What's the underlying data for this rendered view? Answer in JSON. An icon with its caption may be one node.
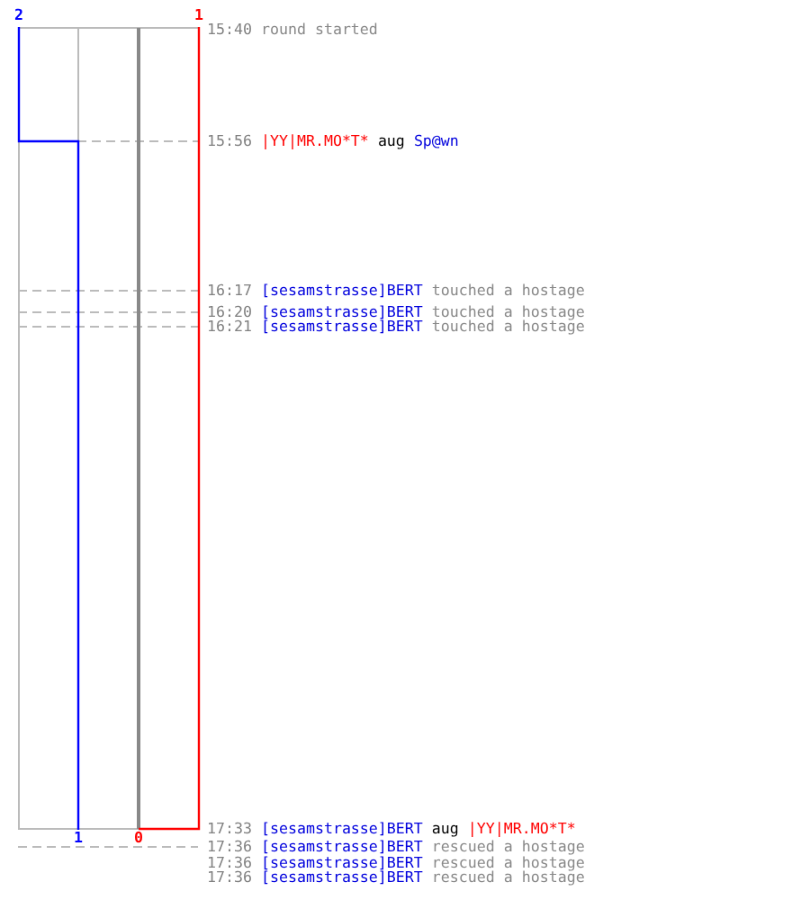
{
  "diagram": {
    "labels": [
      "2",
      "1",
      "15:40",
      "round started",
      "15:56",
      "|YY|MR.MO*T*",
      "aug",
      "Sp@wn",
      "16:17",
      "[sesamstrasse]BERT",
      "touched a hostage",
      "16:20",
      "[sesamstrasse]BERT",
      "touched a hostage",
      "16:21",
      "[sesamstrasse]BERT",
      "touched a hostage",
      "17:33",
      "[sesamstrasse]BERT",
      "aug",
      "|YY|MR.MO*T*",
      "1",
      "0",
      "17:36",
      "[sesamstrasse]BERT",
      "rescued a hostage",
      "17:36",
      "[sesamstrasse]BERT",
      "rescued a hostage",
      "17:36",
      "[sesamstrasse]BERT",
      "rescued a hostage"
    ]
  }
}
